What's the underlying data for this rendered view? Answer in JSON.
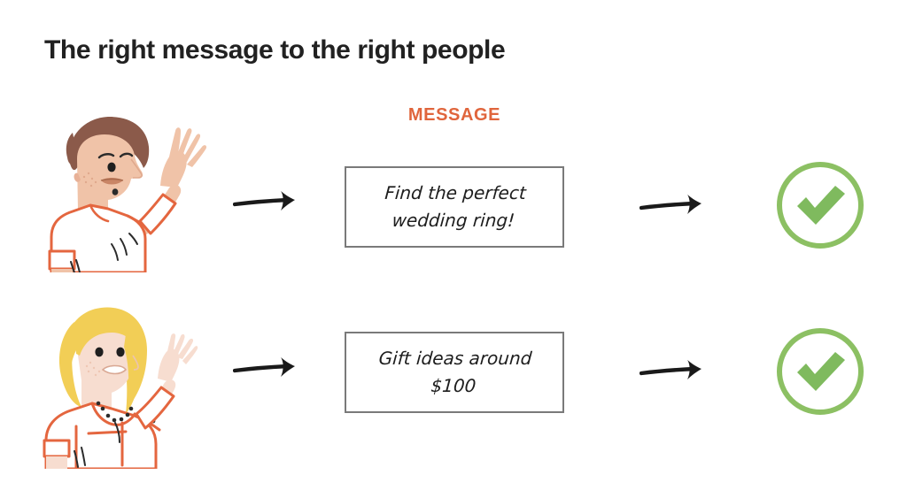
{
  "page": {
    "title": "The right message to the right people",
    "background_color": "#FFFFFF"
  },
  "colors": {
    "title_text": "#212121",
    "accent_orange": "#E0653C",
    "box_border": "#7A7A7A",
    "check_green": "#7FBA5E",
    "check_ring_green": "#8CC063",
    "arrow_black": "#1A1A1A",
    "skin_man": "#F0C3A8",
    "hair_man": "#8B5A4A",
    "skin_woman": "#F7DDD0",
    "hair_woman": "#F2CE56",
    "shirt_outline": "#E4663F"
  },
  "columns": {
    "message_header": "MESSAGE"
  },
  "rows": [
    {
      "persona": {
        "name": "man-waving",
        "hair_color": "#8B5A4A",
        "skin_color": "#F0C3A8",
        "shirt_color": "#FFFFFF",
        "shirt_outline_color": "#E4663F"
      },
      "arrow_in": "arrow-right",
      "message": "Find the perfect wedding ring!",
      "message_lines": [
        "Find the perfect",
        "wedding ring!"
      ],
      "arrow_out": "arrow-right",
      "result": {
        "name": "check-circle",
        "state": "approved",
        "color": "#7FBA5E"
      }
    },
    {
      "persona": {
        "name": "woman-waving",
        "hair_color": "#F2CE56",
        "skin_color": "#F7DDD0",
        "shirt_color": "#FFFFFF",
        "shirt_outline_color": "#E4663F"
      },
      "arrow_in": "arrow-right",
      "message": "Gift ideas around $100",
      "message_lines": [
        "Gift ideas around",
        "$100"
      ],
      "arrow_out": "arrow-right",
      "result": {
        "name": "check-circle",
        "state": "approved",
        "color": "#7FBA5E"
      }
    }
  ]
}
